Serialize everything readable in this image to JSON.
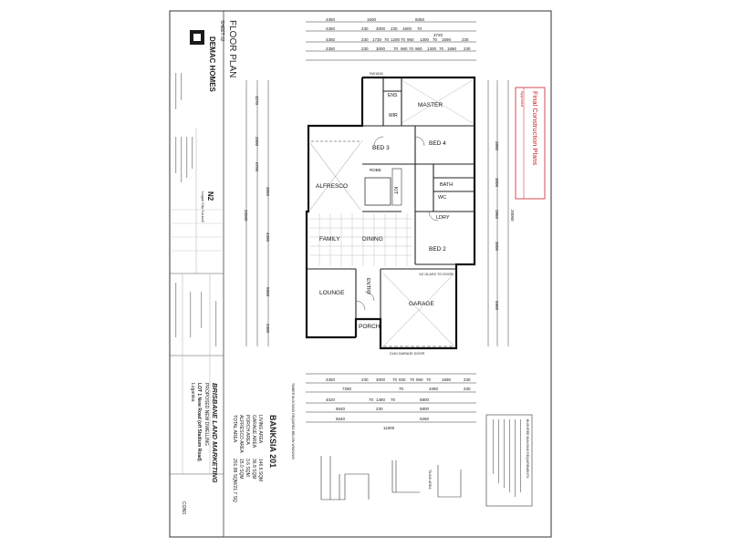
{
  "title_block": {
    "logo": "DEMAC HOMES",
    "drawing_title": "FLOOR PLAN",
    "sheet": "SHEET 02",
    "wind_class": "N2",
    "council": "Logan City Council"
  },
  "stamp": {
    "line1": "Final Construction Plans",
    "line2": "Approved"
  },
  "project": {
    "client": "BRISBANE LAND MARKETING",
    "proposal": "PROPOSED NEW DWELLING",
    "address": "LOT 1 New Road (off Stadium Road)",
    "locality": "Loganlea",
    "code": "CON3"
  },
  "design": {
    "name": "BANKSIA 201",
    "areas": [
      {
        "label": "LIVING AREA",
        "value": "146.6 SQM"
      },
      {
        "label": "GARAGE AREA",
        "value": "36.8 SQM"
      },
      {
        "label": "PORCH AREA",
        "value": "3.6 SQM"
      },
      {
        "label": "ALFRESCO AREA",
        "value": "15.0 SQM"
      },
      {
        "label": "TOTAL AREA",
        "value": "201.88 SQM/21.7 SQ"
      }
    ]
  },
  "rooms": [
    {
      "name": "MASTER"
    },
    {
      "name": "BED 4"
    },
    {
      "name": "BED 3"
    },
    {
      "name": "ALFRESCO"
    },
    {
      "name": "FAMILY"
    },
    {
      "name": "DINING"
    },
    {
      "name": "BED 2"
    },
    {
      "name": "LOUNGE"
    },
    {
      "name": "ENTRY"
    },
    {
      "name": "PORCH"
    },
    {
      "name": "GARAGE"
    },
    {
      "name": "KIT"
    },
    {
      "name": "LDRY"
    },
    {
      "name": "BATH"
    },
    {
      "name": "WC"
    },
    {
      "name": "ENS"
    },
    {
      "name": "WIR"
    },
    {
      "name": "ROBE"
    }
  ],
  "top_dims": {
    "row1": [
      "4350",
      "1500",
      "6050"
    ],
    "row2": [
      "4350",
      "230",
      "3000",
      "230",
      "1600",
      "70",
      "3720"
    ],
    "row3": [
      "4350",
      "230",
      "1730",
      "70",
      "1200",
      "70",
      "960",
      "1300",
      "70",
      "1690",
      "230"
    ],
    "row4": [
      "4350",
      "230",
      "3000",
      "70",
      "960",
      "70",
      "960",
      "1300",
      "70",
      "1690",
      "230"
    ]
  },
  "bottom_dims": {
    "row1": [
      "4350",
      "230",
      "3000",
      "70",
      "930",
      "70",
      "960",
      "70",
      "1690",
      "230"
    ],
    "row2": [
      "7280",
      "70",
      "3490",
      "230"
    ],
    "row3": [
      "4020",
      "70",
      "1480",
      "70",
      "5800"
    ],
    "row4": [
      "5640",
      "230",
      "5800"
    ],
    "row5": [
      "5640",
      "6260"
    ],
    "overall": "11900"
  },
  "side_dims": {
    "overall_left": "20000",
    "overall_right": "20000",
    "left_a": [
      "3270",
      "2000",
      "6700",
      "3060",
      "4300",
      "5900",
      "2300"
    ],
    "right_a": [
      "3880",
      "3000",
      "3960",
      "3000",
      "5900"
    ]
  },
  "annotations": {
    "garage_door": "2140 GARAGE DOOR",
    "glass": "1/2 GLASS TO DOOR",
    "window": "SW1818"
  },
  "notes": {
    "bushfire_title": "BUSHFIRE BUILDING REQUIREMENTS:",
    "termite": "TIMBER BLOCKING REQUIRED BELOW WINDOWS",
    "tiling": "TILING AREA"
  }
}
